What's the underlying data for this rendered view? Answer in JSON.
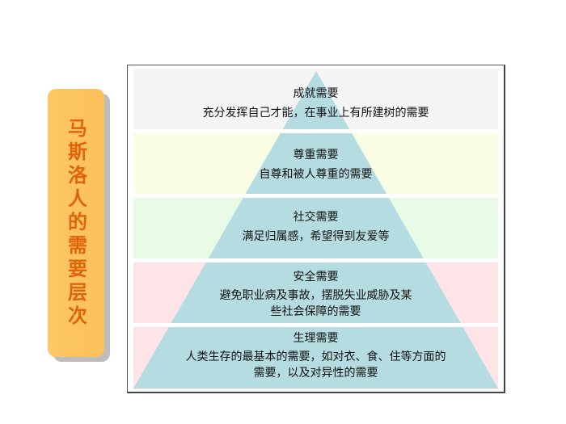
{
  "title": "马斯洛人的需要层次",
  "levels": [
    {
      "name": "成就需要",
      "desc": "充分发挥自己才能，在事业上有所建树的需要",
      "bg": "#f5f5f5"
    },
    {
      "name": "尊重需要",
      "desc": "自尊和被人尊重的需要",
      "bg": "#f8fde4"
    },
    {
      "name": "社交需要",
      "desc": "满足归属感，希望得到友爱等",
      "bg": "#e7fbe7"
    },
    {
      "name": "安全需要",
      "desc": "避免职业病及事故，摆脱失业威胁及某些社会保障的需要",
      "desc_lines": [
        "避免职业病及事故，摆脱失业威胁及某",
        "些社会保障的需要"
      ],
      "bg": "#fde5e7"
    },
    {
      "name": "生理需要",
      "desc": "人类生存的最基本的需要，如对衣、食、住等方面的需要，以及对异性的需要",
      "desc_lines": [
        "人类生存的最基本的需要，如对衣、食、住等方面的",
        "需要，以及对异性的需要"
      ],
      "bg": "#fde5e7"
    }
  ],
  "colors": {
    "pyramid": "#b5dce0",
    "label_bg": "#fdc563",
    "label_text": "#e0640c"
  }
}
